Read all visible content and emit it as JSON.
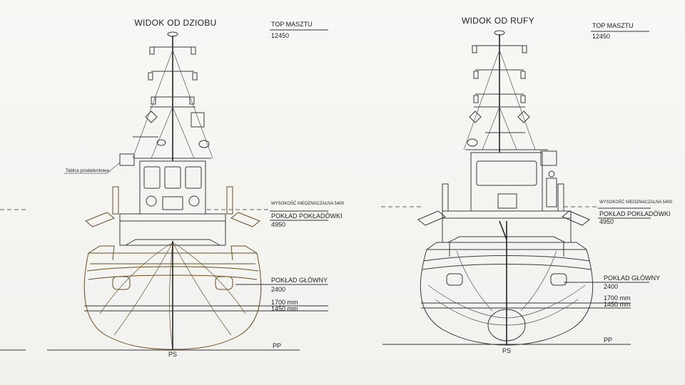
{
  "views": {
    "bow": {
      "title": "WIDOK OD DZIOBU",
      "mast_top_label": "TOP MASZTU",
      "mast_top_value": "12450",
      "callout": "Tablica przeładunkowa",
      "clearance_note": "WYSOKOŚĆ NIEOZNACZALNA 5400",
      "deck_house_label": "POKŁAD POKŁADÓWKI",
      "deck_house_value": "4950",
      "main_deck_label": "POKŁAD GŁÓWNY",
      "main_deck_value": "2400",
      "draft_1": "1700 mm",
      "draft_2": "1450 mm",
      "baseline": "PP",
      "centerline": "PS"
    },
    "stern": {
      "title": "WIDOK OD RUFY",
      "mast_top_label": "TOP MASZTU",
      "mast_top_value": "12450",
      "clearance_note": "WYSOKOŚĆ NIEOZNACZALNA 5400",
      "deck_house_label": "POKŁAD POKŁADÓWKI",
      "deck_house_value": "4950",
      "main_deck_label": "POKŁAD GŁÓWNY",
      "main_deck_value": "2400",
      "draft_1": "1700 mm",
      "draft_2": "1450 mm",
      "baseline": "PP",
      "centerline": "PS"
    }
  },
  "colors": {
    "paper": "#f4f5f1",
    "ink": "#222222",
    "bow_tint": "#6b4d22"
  }
}
